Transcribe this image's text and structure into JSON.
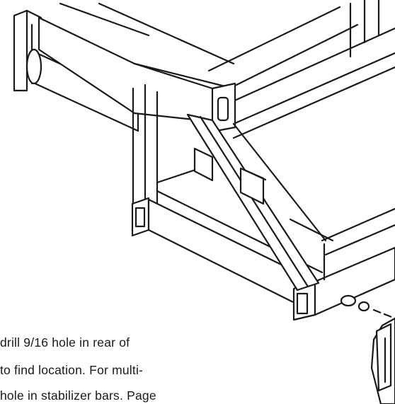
{
  "caption": {
    "lines": [
      "drill 9/16 hole in rear of",
      "to find location. For multi-",
      "hole in stabilizer bars. Page"
    ]
  },
  "colors": {
    "ink": "#1a1a1a",
    "paper": "#ffffff"
  }
}
